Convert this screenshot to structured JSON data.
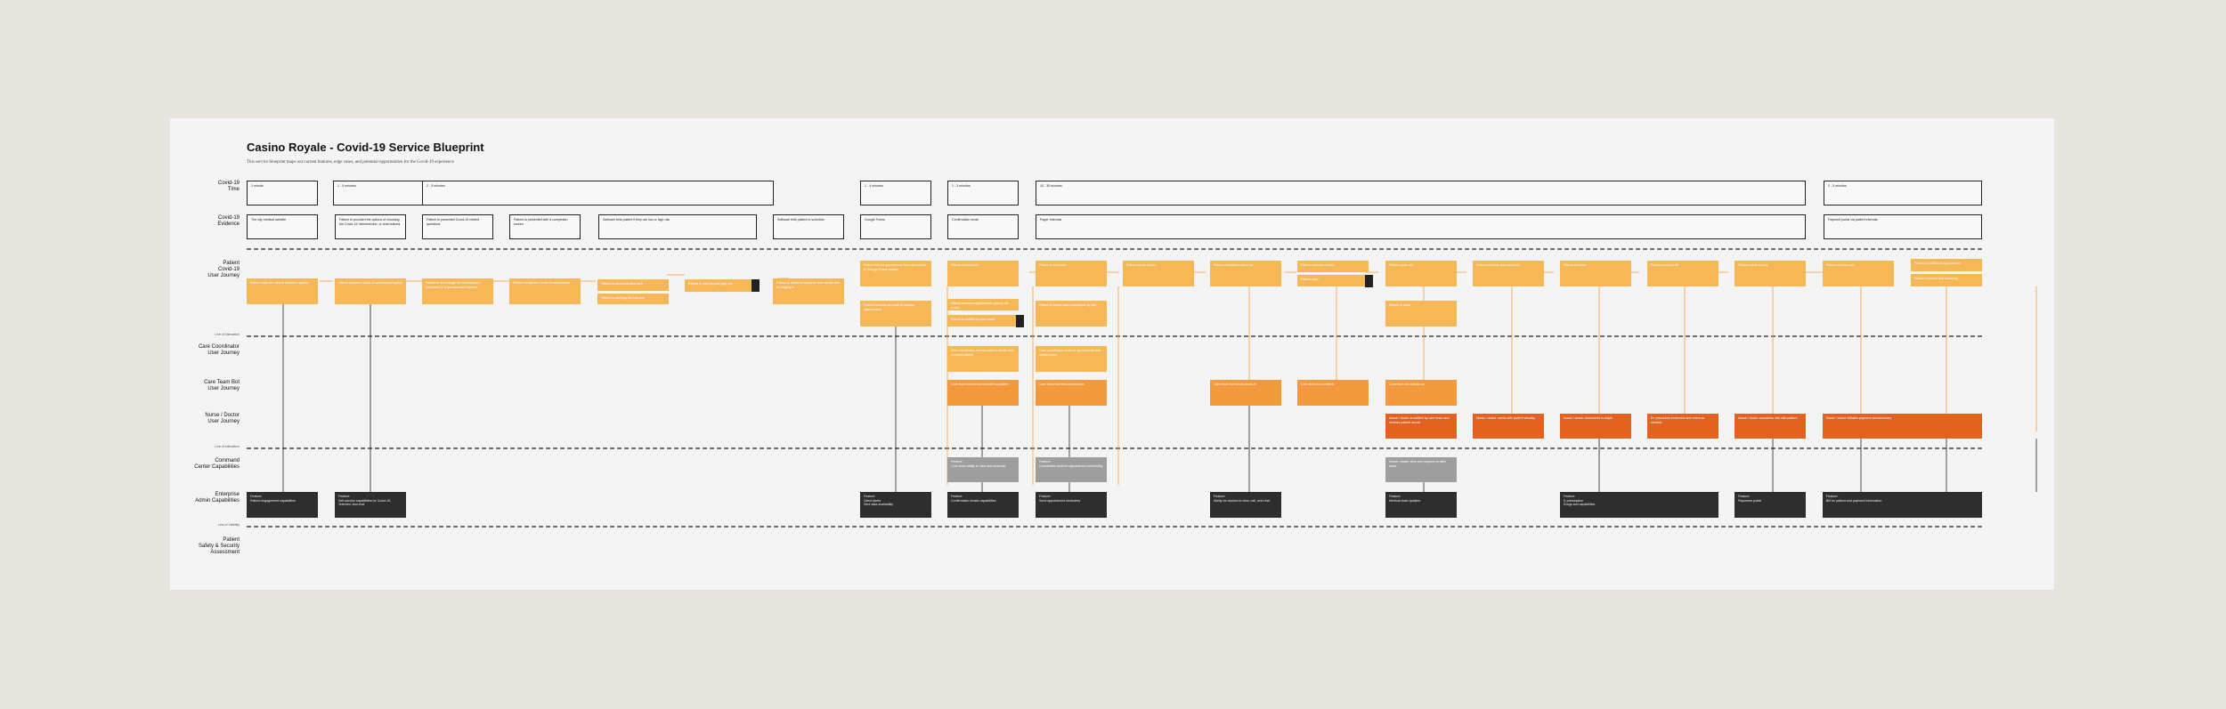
{
  "title": "Casino Royale - Covid-19 Service Blueprint",
  "subtitle": "This service blueprint maps out current features, edge cases, and potential opportunities for the Covid-19 experience",
  "lanes": {
    "time": "Covid-19\nTime",
    "evidence": "Covid-19\nEvidence",
    "patient": "Patient\nCovid-19\nUser Journey",
    "care_coordinator": "Care Coordinator\nUser Journey",
    "care_bot": "Care Team Bot\nUser Journey",
    "nurse": "Nurse / Doctor\nUser Journey",
    "command": "Command\nCenter Capabilities",
    "enterprise": "Enterprise\nAdmin Capabilities",
    "safety": "Patient\nSafety & Security\nAssessment"
  },
  "dividers": {
    "interaction": "Line of Interaction",
    "interaction2": "Line of Interaction",
    "visibility": "Line of Visibility"
  },
  "time_boxes": [
    "1 minute",
    "1 - 5 minutes",
    "2 - 5 minutes",
    "1 - 4 minutes",
    "1 - 3 minutes",
    "10 - 30 minutes",
    "2 - 5 minutes"
  ],
  "evidence_boxes": [
    "The city medical website",
    "Patient is provided the options of choosing the Covid-19, telemedicine, or chat buttons",
    "Patient is presented Covid-19 related questions",
    "Patient is presented with a completion screen",
    "Software tells patient if they are low or high risk",
    "Software tells patient to schedule",
    "Google Forms",
    "Confirmation email",
    "Pager Intervals",
    "Payment portal via patient intervals"
  ],
  "patient_boxes": [
    "Patient visits the clinical website's system",
    "Patient chooses Covid-19 assessment option",
    "Patient is led through the Assessment / Questions in a questionnaire system",
    "Patient completes Covid-19 assessment",
    "Patient is recommended care",
    "Patient is told they are low risk",
    "Patient is told they are high risk",
    "Patient is asked to schedule their virtual visit by logging in",
    "Patient fills out appointment form and sends to Google Forms system",
    "Patient receives an email to choose appointment",
    "Patient selects time",
    "Patient receives appointment options via email",
    "Patient is notified by care team",
    "Patient is reminded",
    "Patient is texted care instructions by Bot",
    "Patient meets doctor",
    "Patient completes follow-up",
    "Patient receives results",
    "Patient pays",
    "Patient signs out",
    "Patient is done",
    "Patient receives final summary",
    "Patient declines",
    "Patient receives bill",
    "Patient sends survey",
    "Patient reaches out",
    "Patient is notified of appointment"
  ],
  "care_boxes": [
    "Care coordinator reviews patient details and contacts patient",
    "Care coordinator confirms appointment and notifies team"
  ],
  "bot_boxes": [
    "Care team bot sends reminder to patient",
    "Care team bot texts instructions",
    "Care team bot sends check-in",
    "Care team bot confirms",
    "Care team bot follows up"
  ],
  "nurse_boxes": [
    "Nurse / doctor is notified by care team and reviews patient record",
    "Nurse / doctor meets with patient virtually",
    "Nurse / doctor documents in-depth",
    "Dr. prescribes treatment and refers as needed",
    "Nurse / doctor completes visit with patient",
    "Nurse / doctor initiates payment and summary"
  ],
  "command_boxes": [
    "Feature:\nCare team ability to view and schedule",
    "Feature:\nCoordinator tools for appointment scheduling",
    "Nurse / doctor view and respond to alert tasks"
  ],
  "enterprise_boxes": [
    "Feature:\nPatient engagement capabilities",
    "Feature:\nSelf-service capabilities for Covid-19, Telemed, and chat",
    "Feature:\nClient Alerts\nSent data availability",
    "Feature:\nConfirmation emails capabilities",
    "Feature:\nSend appointment reminders",
    "Feature:\nAbility for doctors to view, call, and chat",
    "Feature:\nMedical chart updates",
    "Feature:\nE-prescription\nDrugs and capabilities",
    "Feature:\nPayments portal",
    "Feature:\nBill for patient and payment information"
  ],
  "colors": {
    "background": "#e8e4e0",
    "board": "#f4f4f4",
    "light_orange": "#f6b757",
    "mid_orange": "#f39a3e",
    "dark_orange": "#e2621f",
    "gray": "#9e9e9e",
    "black": "#2e2e2e"
  }
}
